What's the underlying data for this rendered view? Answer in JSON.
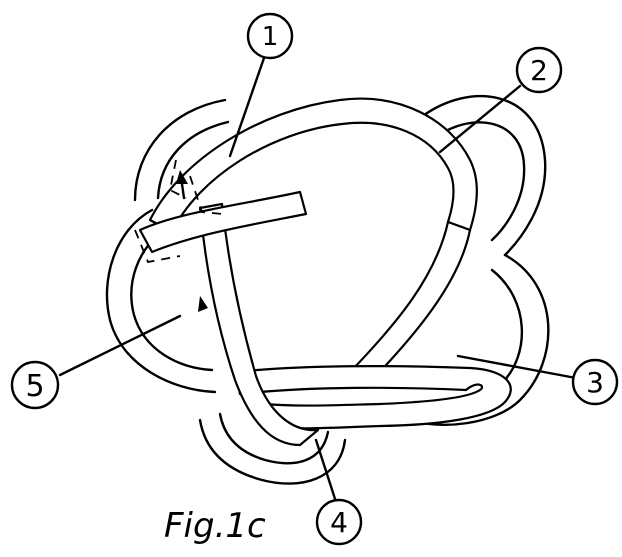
{
  "figure": {
    "caption": "Fig.1c",
    "callouts": [
      {
        "id": "1",
        "label": "1"
      },
      {
        "id": "2",
        "label": "2"
      },
      {
        "id": "3",
        "label": "3"
      },
      {
        "id": "4",
        "label": "4"
      },
      {
        "id": "5",
        "label": "5"
      }
    ],
    "ink_color": "#000000",
    "paper_color": "#ffffff"
  }
}
